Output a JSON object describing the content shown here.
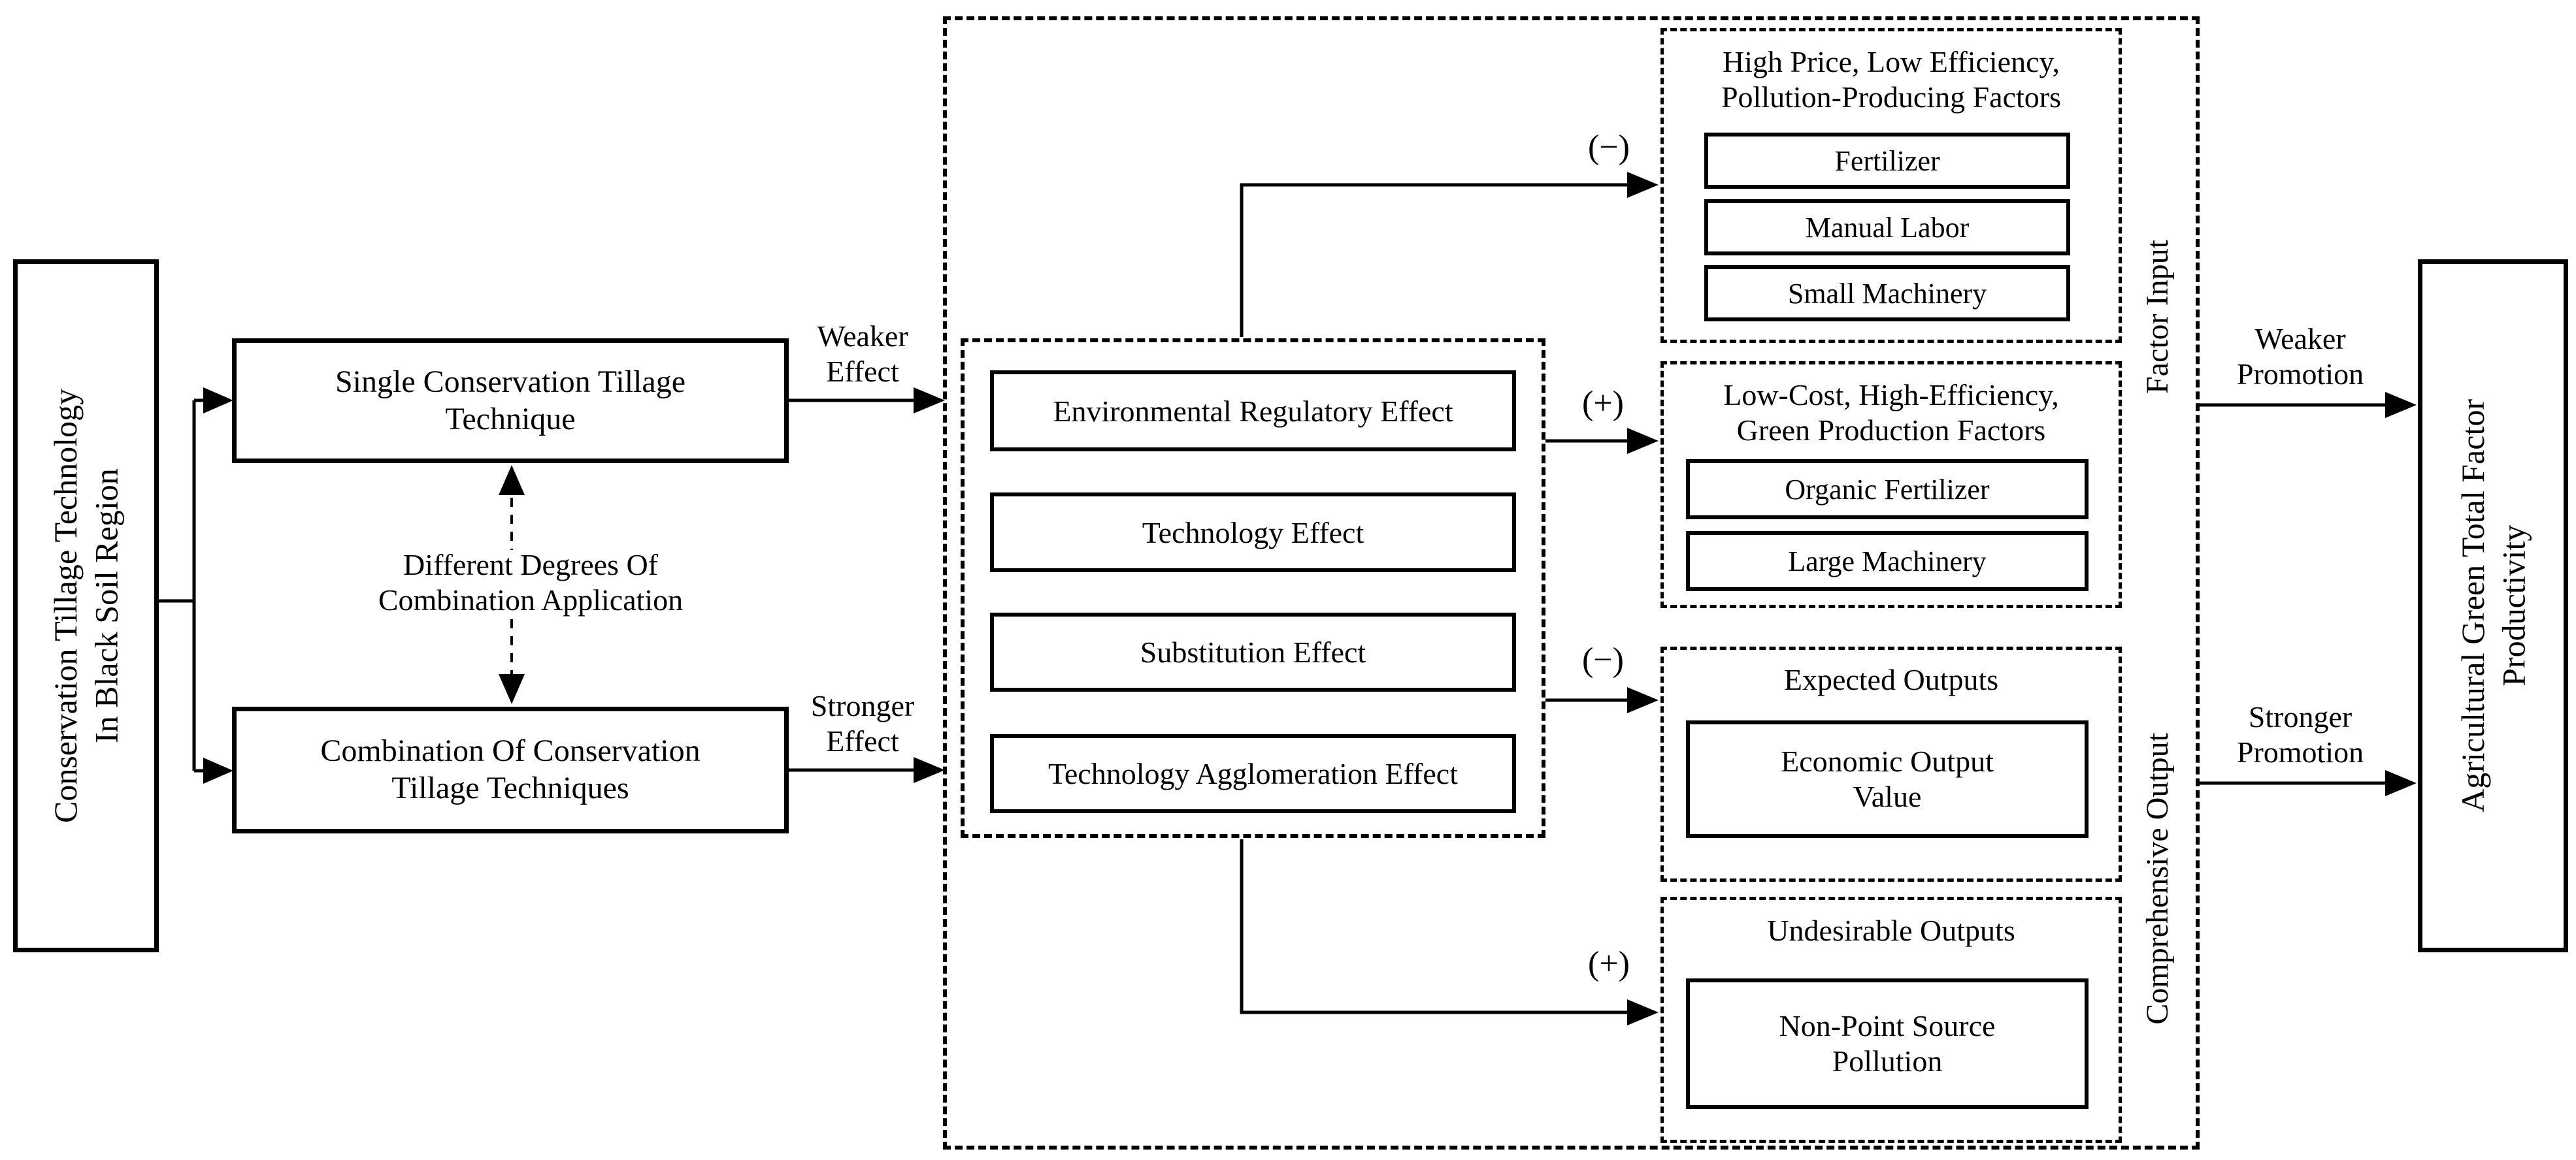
{
  "left_box": {
    "line1": "Conservation Tillage Technology",
    "line2": "In Black Soil Region"
  },
  "techniques": {
    "single": {
      "line1": "Single Conservation Tillage",
      "line2": "Technique"
    },
    "relation": {
      "line1": "Different Degrees Of",
      "line2": "Combination Application"
    },
    "combination": {
      "line1": "Combination Of Conservation",
      "line2": "Tillage Techniques"
    }
  },
  "effect_labels": {
    "weaker": {
      "line1": "Weaker",
      "line2": "Effect"
    },
    "stronger": {
      "line1": "Stronger",
      "line2": "Effect"
    }
  },
  "effects": {
    "items": [
      "Environmental Regulatory Effect",
      "Technology Effect",
      "Substitution Effect",
      "Technology Agglomeration Effect"
    ]
  },
  "signs": {
    "top_minus": "(−)",
    "mid_plus": "(+)",
    "mid_minus": "(−)",
    "bottom_plus": "(+)"
  },
  "factor_input": {
    "side_label": "Factor Input",
    "negative_group": {
      "title_line1": "High Price, Low Efficiency,",
      "title_line2": "Pollution-Producing Factors",
      "items": [
        "Fertilizer",
        "Manual Labor",
        "Small Machinery"
      ]
    },
    "positive_group": {
      "title_line1": "Low-Cost, High-Efficiency,",
      "title_line2": "Green Production Factors",
      "items": [
        "Organic Fertilizer",
        "Large Machinery"
      ]
    }
  },
  "comprehensive_output": {
    "side_label": "Comprehensive Output",
    "expected_group": {
      "title": "Expected Outputs",
      "box": {
        "line1": "Economic Output",
        "line2": "Value"
      }
    },
    "undesirable_group": {
      "title": "Undesirable Outputs",
      "box": {
        "line1": "Non-Point Source",
        "line2": "Pollution"
      }
    }
  },
  "promotion_labels": {
    "weaker": {
      "line1": "Weaker",
      "line2": "Promotion"
    },
    "stronger": {
      "line1": "Stronger",
      "line2": "Promotion"
    }
  },
  "right_box": {
    "line1": "Agricultural Green Total Factor",
    "line2": "Productivity"
  }
}
